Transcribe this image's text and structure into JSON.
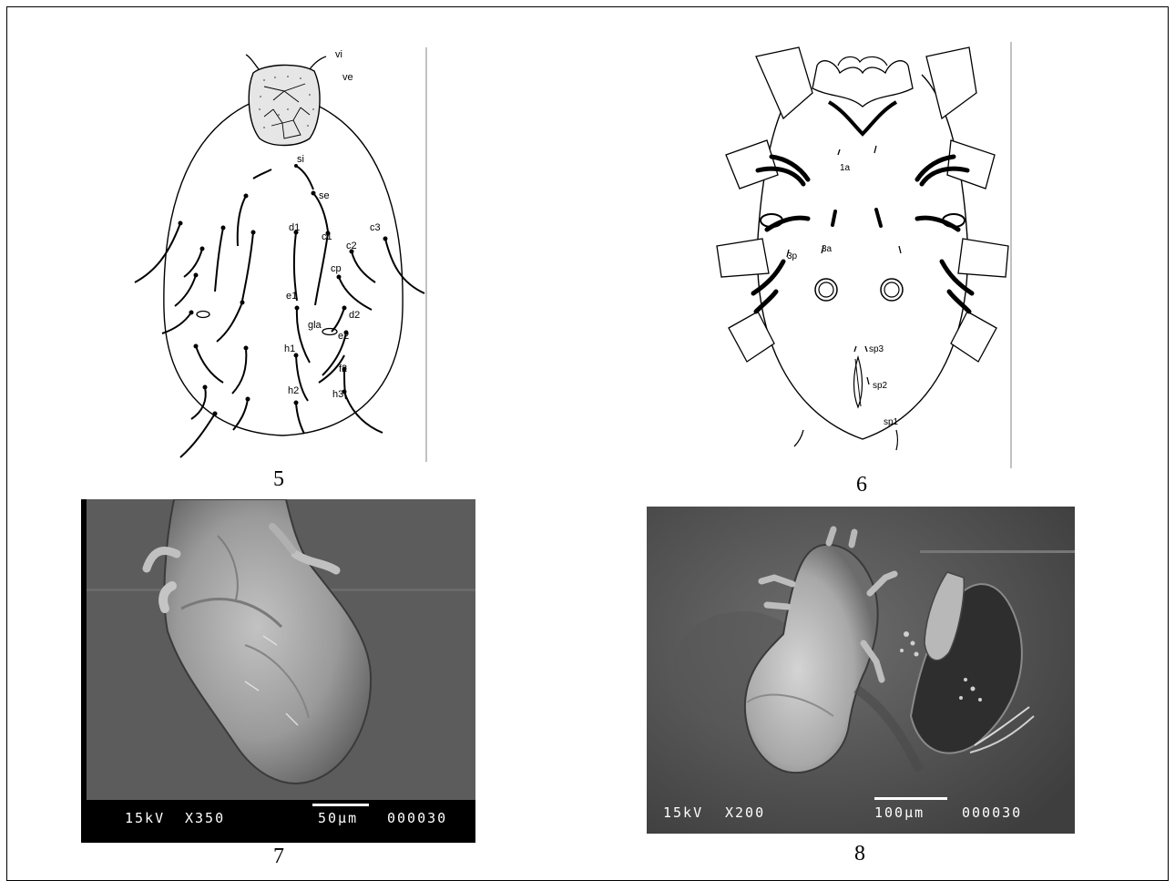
{
  "figures": [
    {
      "number": "5",
      "setae_labels": [
        "vi",
        "ve",
        "si",
        "se",
        "d1",
        "c1",
        "c3",
        "c2",
        "cp",
        "e1",
        "gla",
        "d2",
        "e2",
        "h1",
        "f2",
        "h2",
        "h3"
      ]
    },
    {
      "number": "6",
      "setae_labels": [
        "1a",
        "3p",
        "3a",
        "sp3",
        "sp2",
        "sp1"
      ]
    },
    {
      "number": "7",
      "micrograph": {
        "voltage": "15kV",
        "magnification": "X350",
        "scale": "50µm",
        "code": "000030"
      }
    },
    {
      "number": "8",
      "micrograph": {
        "voltage": "15kV",
        "magnification": "X200",
        "scale": "100µm",
        "code": "000030"
      }
    }
  ],
  "colors": {
    "ink": "#000000",
    "sem_background": "#5a5a5a",
    "sem_specimen": "#b8b8b8"
  }
}
